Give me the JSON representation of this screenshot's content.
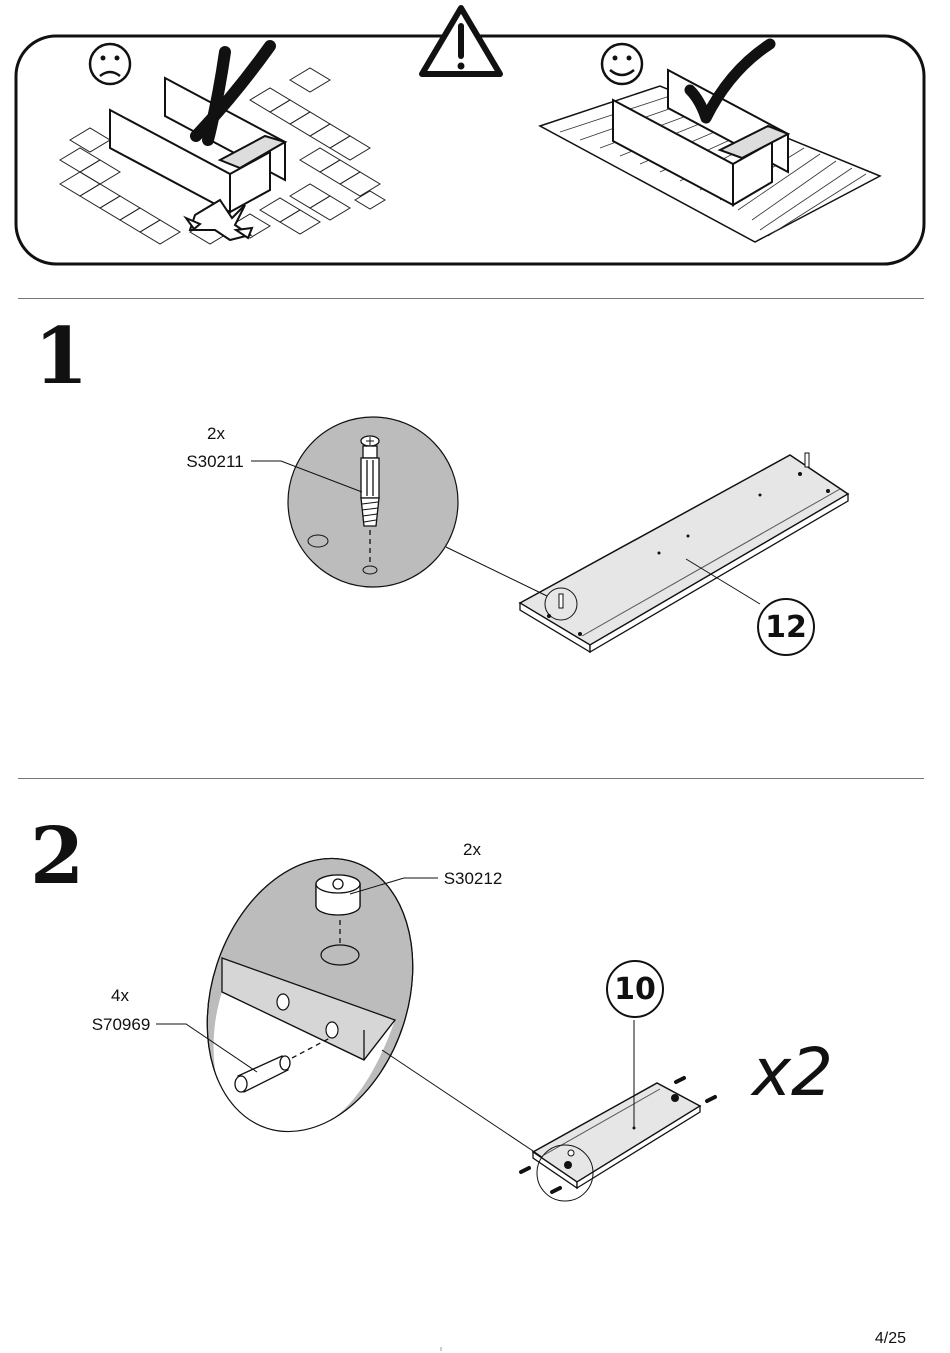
{
  "warning": {
    "bad_icon": "sad-face-icon",
    "good_icon": "smiley-face-icon",
    "center_icon": "warning-triangle-icon"
  },
  "step1": {
    "number": "1",
    "part_qty": "2x",
    "part_code": "S30211",
    "panel_id": "12"
  },
  "step2": {
    "number": "2",
    "part_a_qty": "2x",
    "part_a_code": "S30212",
    "part_b_qty": "4x",
    "part_b_code": "S70969",
    "panel_id": "10",
    "multiplier": "x2"
  },
  "footer": {
    "page": "4/25"
  }
}
